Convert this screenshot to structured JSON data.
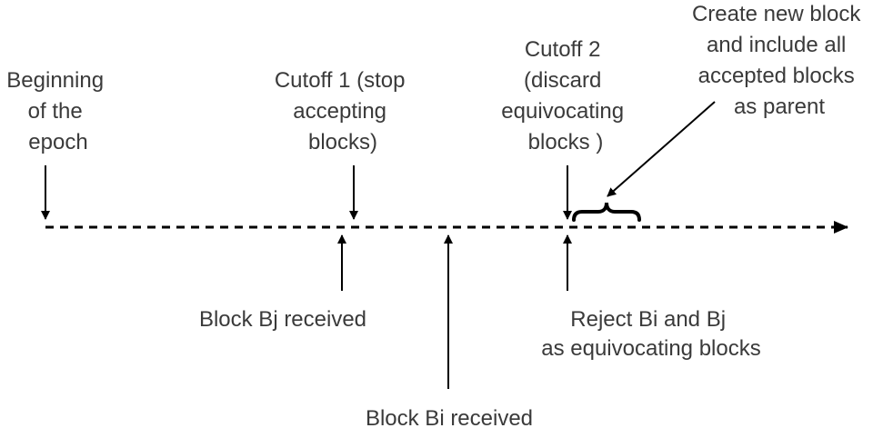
{
  "labels": {
    "beginning": [
      "Beginning",
      "of the",
      "epoch"
    ],
    "cutoff1": [
      "Cutoff 1 (stop",
      "accepting",
      "blocks)"
    ],
    "cutoff2": [
      "Cutoff 2",
      "(discard",
      "equivocating",
      "blocks )"
    ],
    "create_block": [
      "Create new block",
      "and include all",
      "accepted blocks",
      "as parent"
    ],
    "block_bj": [
      "Block Bj received"
    ],
    "reject": [
      "Reject Bi and Bj",
      "as equivocating blocks"
    ],
    "block_bi": [
      "Block Bi received"
    ]
  },
  "colors": {
    "line": "#000000",
    "text": "#3a3a3a"
  }
}
